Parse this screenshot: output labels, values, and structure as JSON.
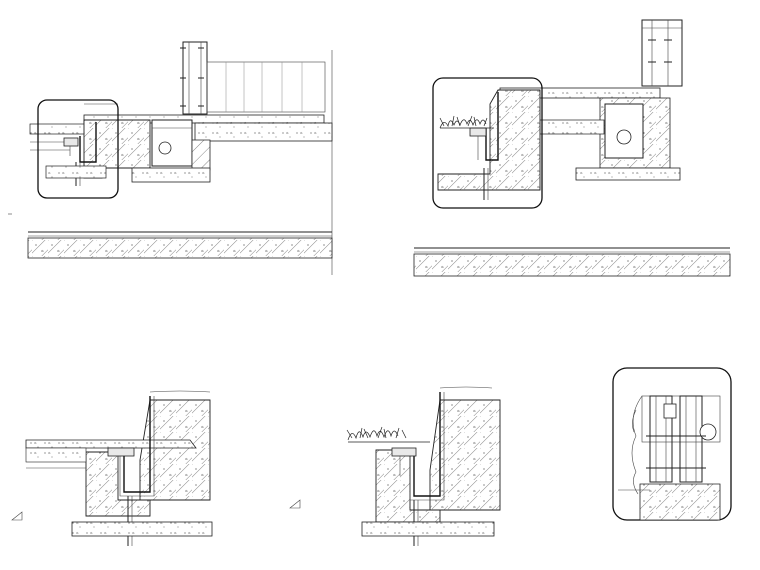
{
  "drawing": {
    "kind": "architectural-cad-section-details",
    "panels": [
      {
        "id": "top-left-section",
        "has_callout": true,
        "has_plant": false
      },
      {
        "id": "top-right-section",
        "has_callout": true,
        "has_plant": true
      },
      {
        "id": "bottom-left-detail",
        "has_callout": false,
        "has_plant": false
      },
      {
        "id": "bottom-mid-detail",
        "has_callout": false,
        "has_plant": true
      },
      {
        "id": "bottom-right-detail",
        "has_callout": true,
        "has_plant": false
      }
    ],
    "colors": {
      "line": "#222222",
      "background": "#ffffff",
      "fill_light": "#e9e9e9"
    }
  }
}
